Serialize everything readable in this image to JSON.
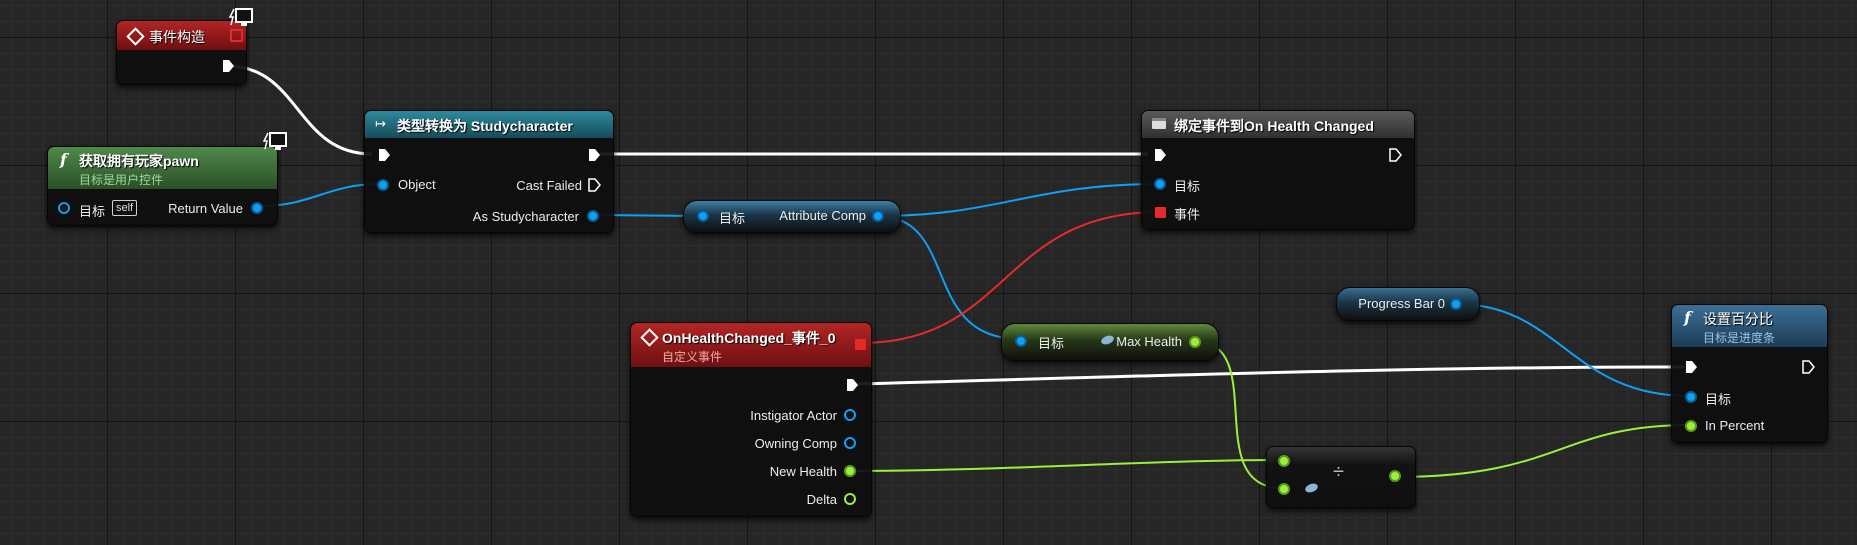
{
  "nodes": {
    "event_construct": {
      "title": "事件构造"
    },
    "get_owning_pawn": {
      "title": "获取拥有玩家pawn",
      "subtitle": "目标是用户控件",
      "target_label": "目标",
      "self_label": "self",
      "return_label": "Return Value"
    },
    "cast": {
      "title": "类型转换为 Studycharacter",
      "object_label": "Object",
      "cast_failed_label": "Cast Failed",
      "as_label": "As Studycharacter"
    },
    "attribute_comp_getter": {
      "target_label": "目标",
      "output_label": "Attribute Comp"
    },
    "bind_event": {
      "title": "绑定事件到On Health Changed",
      "target_label": "目标",
      "event_label": "事件"
    },
    "custom_event": {
      "title": "OnHealthChanged_事件_0",
      "subtitle": "自定义事件",
      "pins": [
        "Instigator Actor",
        "Owning Comp",
        "New Health",
        "Delta"
      ]
    },
    "max_health_getter": {
      "target_label": "目标",
      "output_label": "Max Health"
    },
    "progress_bar_getter": {
      "output_label": "Progress Bar 0"
    },
    "divide": {
      "symbol": "÷"
    },
    "set_percent": {
      "title": "设置百分比",
      "subtitle": "目标是进度条",
      "target_label": "目标",
      "percent_label": "In Percent"
    }
  },
  "colors": {
    "exec": "#ffffff",
    "object_pin": "#0da0f5",
    "float_pin": "#9bf03c",
    "delegate_pin": "#e42a2a",
    "event_header": "#8e1616",
    "function_pure_header": "#3e6b3a",
    "cast_header": "#1c5c6a",
    "bind_header": "#404040",
    "function_header": "#27506e",
    "getter_blue": "#2c5d7a",
    "getter_green": "#4e7030"
  }
}
